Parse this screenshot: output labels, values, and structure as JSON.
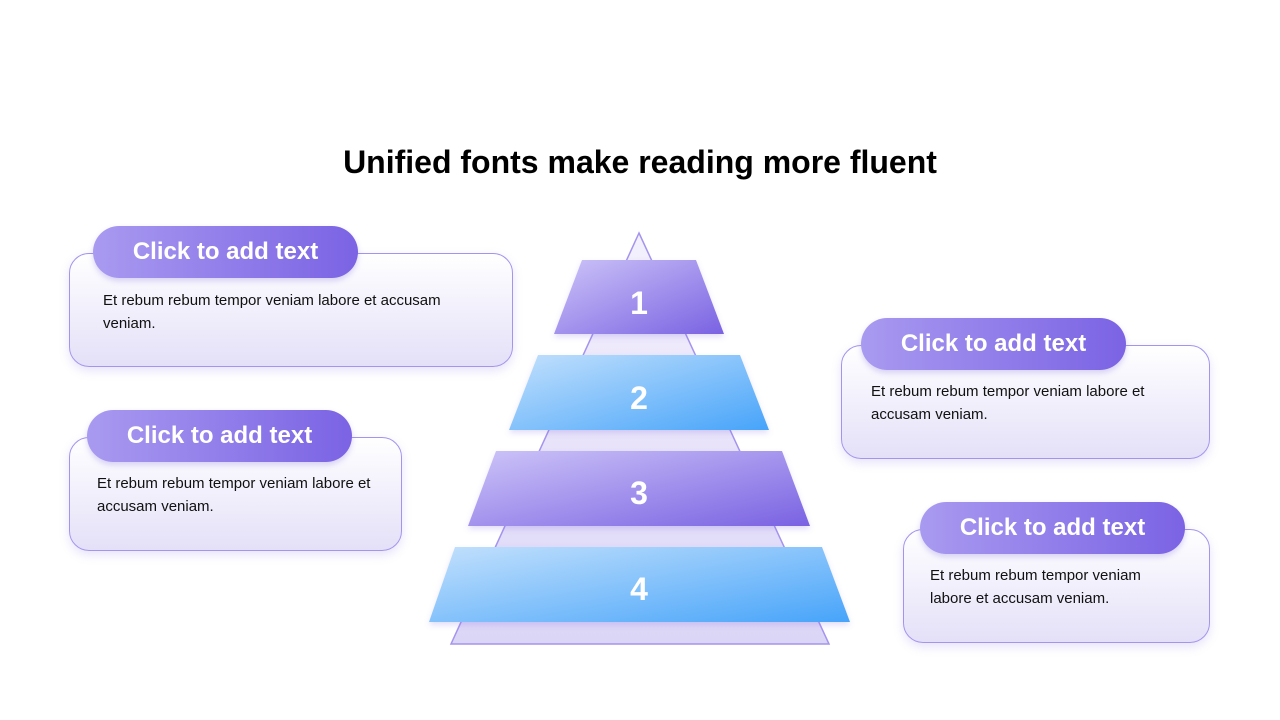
{
  "title": "Unified fonts make reading more fluent",
  "pyramid": {
    "tiers": [
      {
        "label": "1",
        "style": "purple"
      },
      {
        "label": "2",
        "style": "blue"
      },
      {
        "label": "3",
        "style": "purple"
      },
      {
        "label": "4",
        "style": "blue"
      }
    ]
  },
  "callouts": [
    {
      "heading": "Click to add text",
      "body": "Et rebum rebum tempor veniam labore et accusam veniam."
    },
    {
      "heading": "Click to add text",
      "body": "Et rebum rebum tempor veniam labore et accusam veniam."
    },
    {
      "heading": "Click to add text",
      "body": "Et rebum rebum tempor veniam labore et accusam veniam."
    },
    {
      "heading": "Click to add text",
      "body": "Et rebum rebum tempor veniam labore et accusam veniam."
    }
  ],
  "colors": {
    "purple_light": "#c9bff7",
    "purple_dark": "#7a62e2",
    "blue_light": "#bcdcfb",
    "blue_dark": "#4aa6fa",
    "outline": "#a594ee",
    "background_triangle": "#e6e1f8"
  }
}
